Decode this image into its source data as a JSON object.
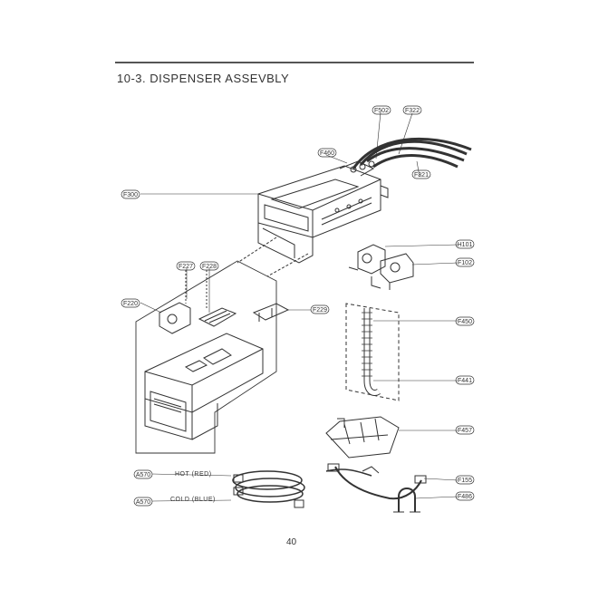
{
  "document": {
    "title": "10-3. DISPENSER ASSEVBLY",
    "page_number": "40"
  },
  "callouts": {
    "c1": "F502",
    "c2": "F322",
    "c3": "F460",
    "c4": "F321",
    "c5": "F300",
    "c6": "F227",
    "c7": "F228",
    "c8": "F220",
    "c9": "F229",
    "c10": "H101",
    "c11": "F102",
    "c12": "F450",
    "c13": "F441",
    "c14": "F457",
    "c15": "F155",
    "c16": "F486",
    "c17": "A570",
    "c18": "A570"
  },
  "hoses": {
    "hot_label": "HOT (RED)",
    "cold_label": "COLD (BLUE)"
  }
}
